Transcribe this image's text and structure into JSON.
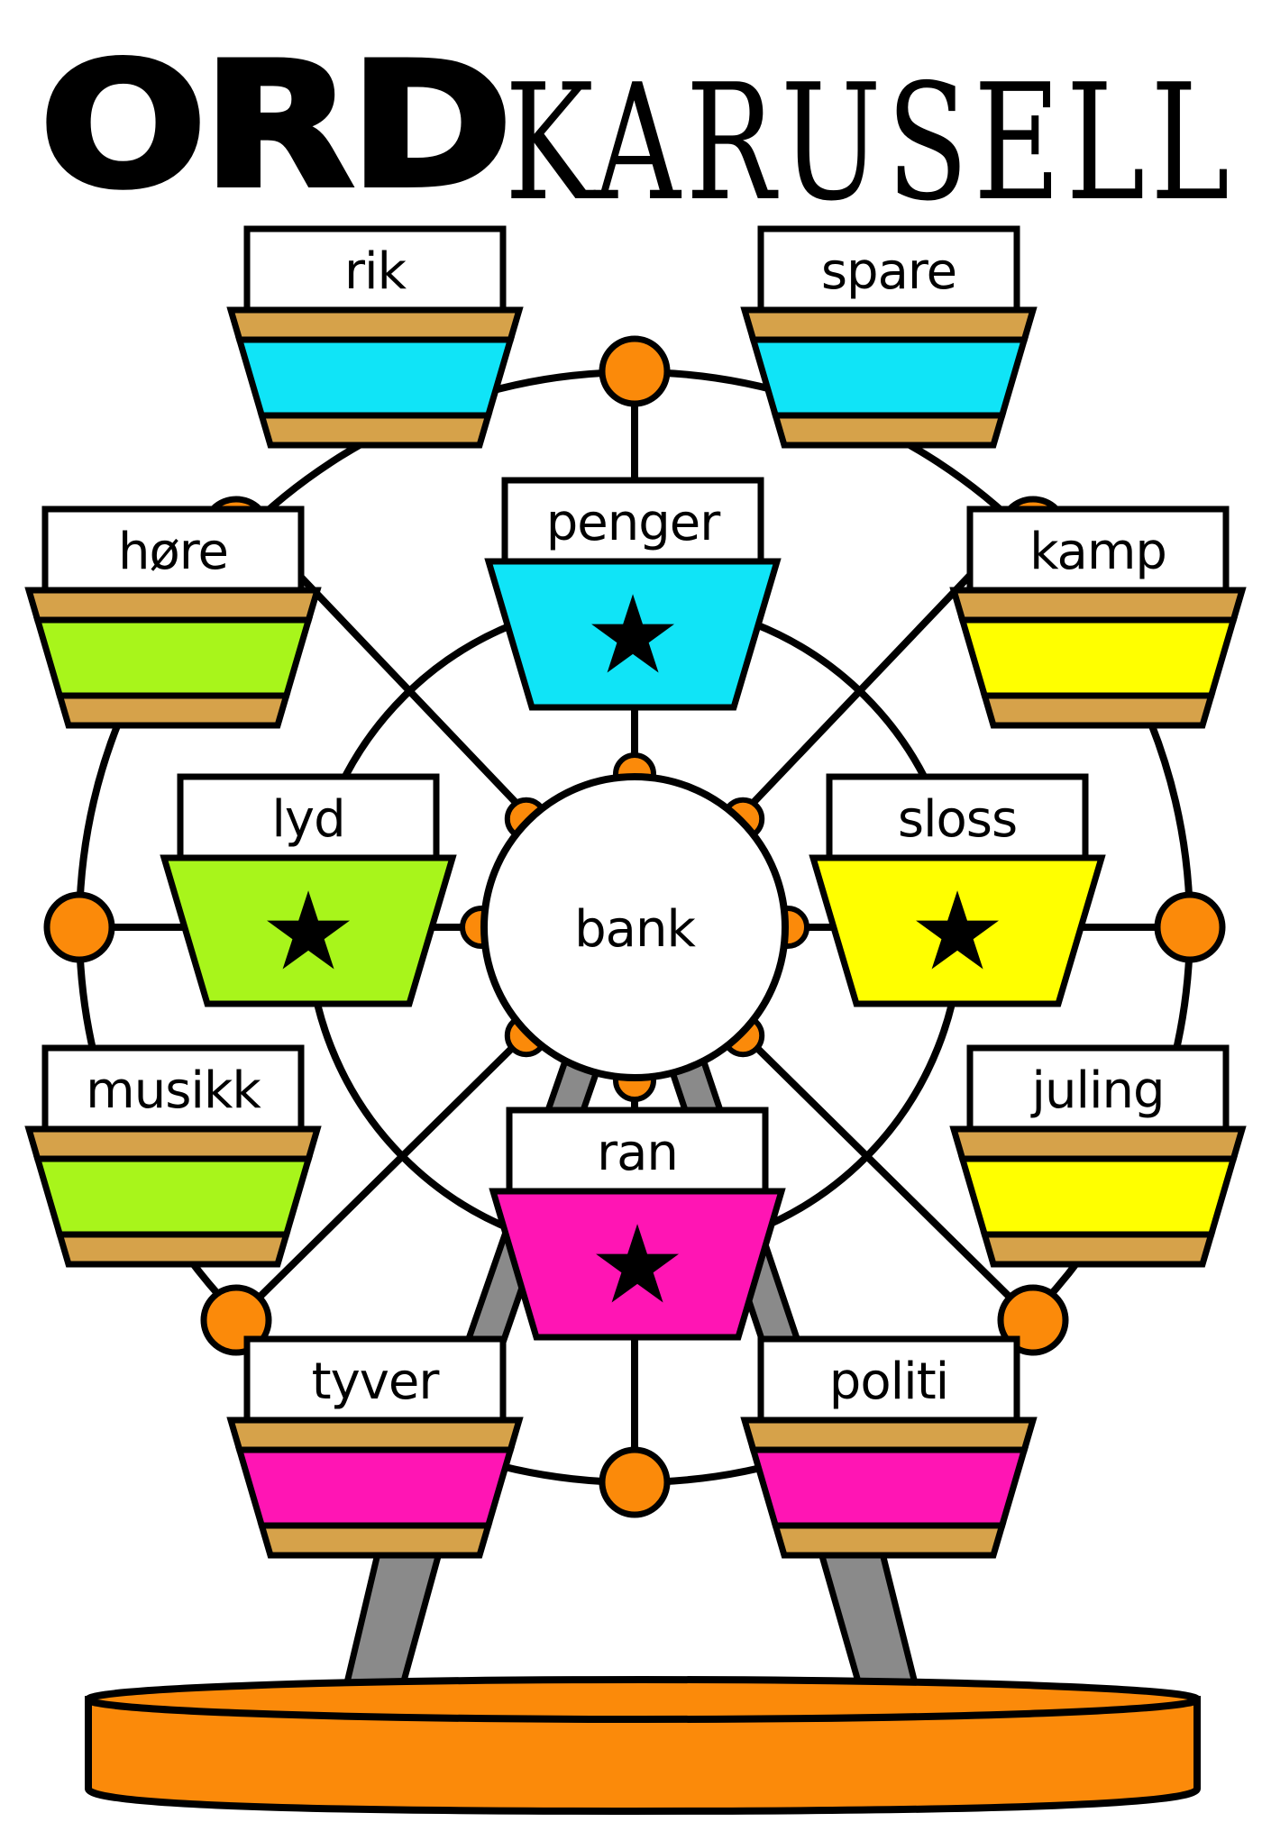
{
  "title": {
    "part1": "ORD",
    "part2": "KARUSELL"
  },
  "hub": {
    "word": "bank"
  },
  "colors": {
    "cyan": "#10e4f7",
    "green": "#a8f51b",
    "yellow": "#ffff00",
    "magenta": "#ff15b4",
    "brown": "#d6a24a",
    "orange": "#fb8a0a",
    "stand": "#8a8a8a",
    "outline": "#000000"
  },
  "cabins": [
    {
      "id": "rik",
      "word": "rik",
      "color": "cyan",
      "star": false
    },
    {
      "id": "spare",
      "word": "spare",
      "color": "cyan",
      "star": false
    },
    {
      "id": "hore",
      "word": "høre",
      "color": "green",
      "star": false
    },
    {
      "id": "penger",
      "word": "penger",
      "color": "cyan",
      "star": true,
      "star_glyph": "★"
    },
    {
      "id": "kamp",
      "word": "kamp",
      "color": "yellow",
      "star": false
    },
    {
      "id": "lyd",
      "word": "lyd",
      "color": "green",
      "star": true,
      "star_glyph": "★"
    },
    {
      "id": "sloss",
      "word": "sloss",
      "color": "yellow",
      "star": true,
      "star_glyph": "★"
    },
    {
      "id": "musikk",
      "word": "musikk",
      "color": "green",
      "star": false
    },
    {
      "id": "juling",
      "word": "juling",
      "color": "yellow",
      "star": false
    },
    {
      "id": "ran",
      "word": "ran",
      "color": "magenta",
      "star": true,
      "star_glyph": "★"
    },
    {
      "id": "tyver",
      "word": "tyver",
      "color": "magenta",
      "star": false
    },
    {
      "id": "politi",
      "word": "politi",
      "color": "magenta",
      "star": false
    }
  ]
}
